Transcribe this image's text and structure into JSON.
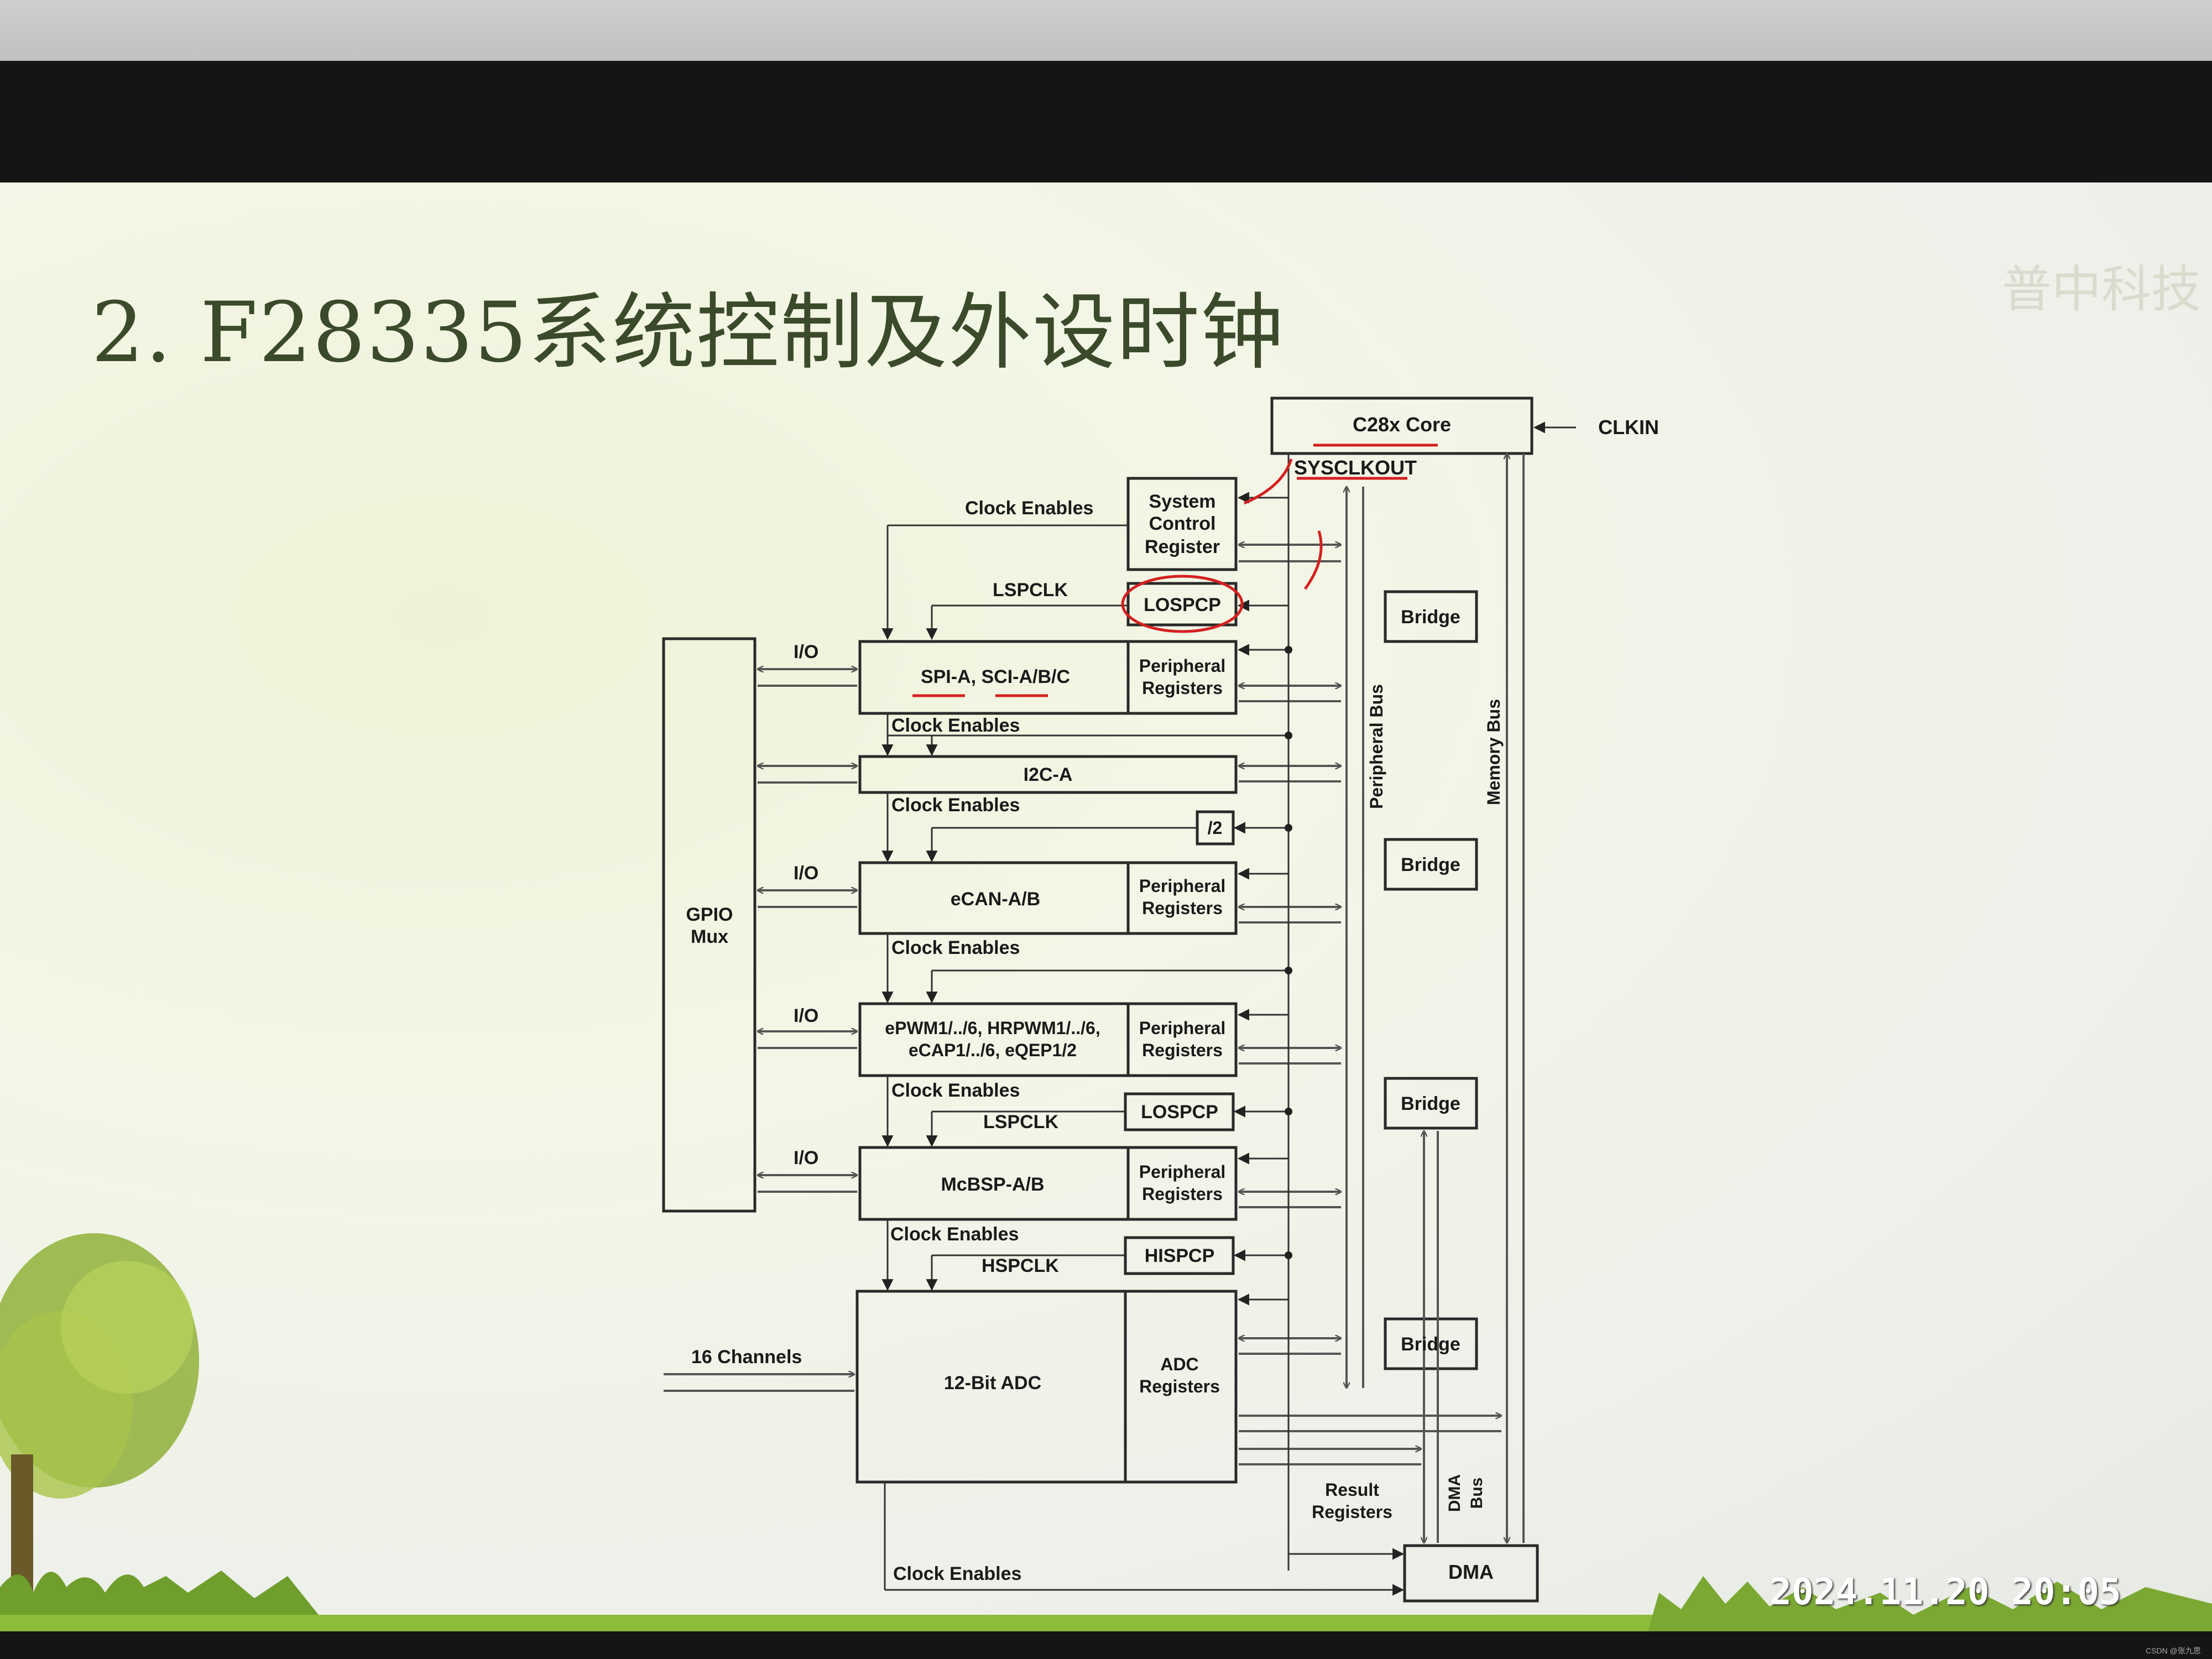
{
  "slide": {
    "title": "2. F28335系统控制及外设时钟",
    "watermark": "普中科技",
    "timestamp": "2024.11.20 20:05",
    "footer_credit": "CSDN @张九思"
  },
  "diagram": {
    "core": "C28x Core",
    "clkin": "CLKIN",
    "sysclkout": "SYSCLKOUT",
    "system_control_register": [
      "System",
      "Control",
      "Register"
    ],
    "clock_enables": "Clock Enables",
    "lspclk": "LSPCLK",
    "hspclk": "HSPCLK",
    "losp_cp": "LOSPCP",
    "hisp_cp": "HISPCP",
    "div2": "/2",
    "gpio_mux": [
      "GPIO",
      "Mux"
    ],
    "io": "I/O",
    "spi_sci": "SPI-A, SCI-A/B/C",
    "i2c": "I2C-A",
    "ecan": "eCAN-A/B",
    "epwm_line1": "ePWM1/../6, HRPWM1/../6,",
    "epwm_line2": "eCAP1/../6, eQEP1/2",
    "mcbsp": "McBSP-A/B",
    "adc": "12-Bit ADC",
    "sixteen_channels": "16 Channels",
    "peripheral_registers": [
      "Peripheral",
      "Registers"
    ],
    "adc_registers": [
      "ADC",
      "Registers"
    ],
    "result_registers": [
      "Result",
      "Registers"
    ],
    "bridge": "Bridge",
    "peripheral_bus": "Peripheral Bus",
    "memory_bus": "Memory Bus",
    "dma_bus": [
      "DMA",
      "Bus"
    ],
    "dma": "DMA",
    "annotation_color": "#d42020"
  }
}
